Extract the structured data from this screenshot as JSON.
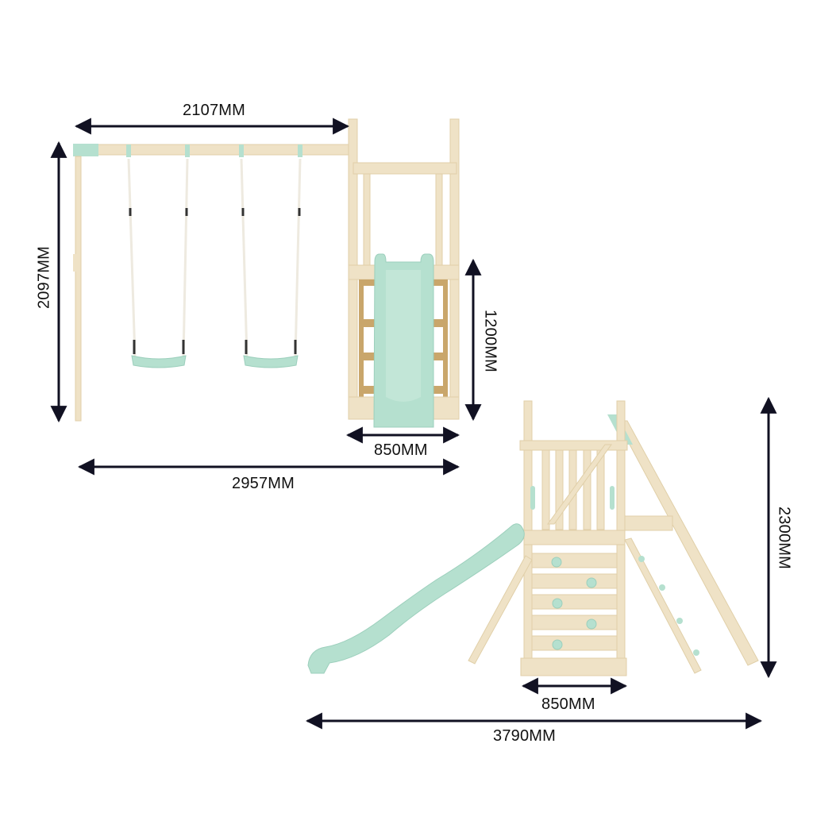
{
  "diagram": {
    "subject": "wooden playset with swings, slide and climbing wall",
    "colors": {
      "wood": "#efe2c6",
      "wood_dark": "#c9a66b",
      "mint": "#b5e0cf",
      "mint_dark": "#9ccfbc",
      "arrow": "#111122",
      "background": "#ffffff"
    },
    "front_view": {
      "dimensions": {
        "swing_beam_width": "2107MM",
        "swing_height": "2097MM",
        "platform_height": "1200MM",
        "tower_width": "850MM",
        "overall_width": "2957MM"
      }
    },
    "side_view": {
      "dimensions": {
        "overall_height": "2300MM",
        "tower_width": "850MM",
        "overall_length": "3790MM"
      }
    }
  }
}
